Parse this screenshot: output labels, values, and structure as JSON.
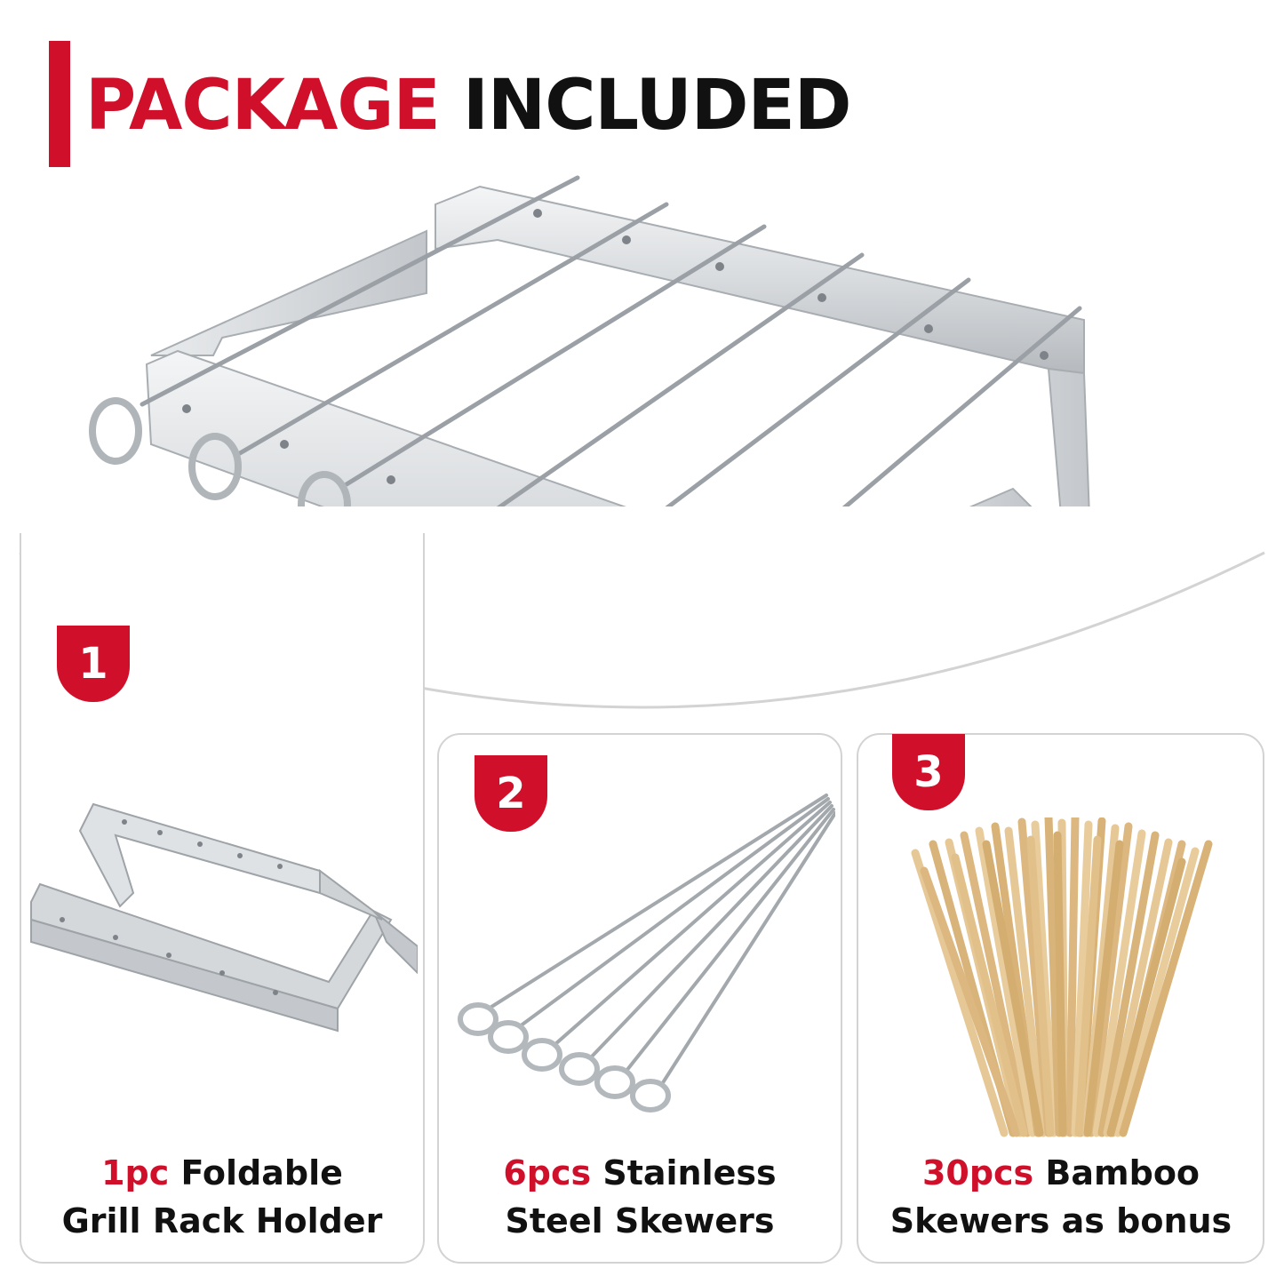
{
  "header": {
    "title_part1": "PACKAGE",
    "title_part2": "INCLUDED"
  },
  "colors": {
    "accent": "#d0102b",
    "text": "#111111",
    "steel": "#c9cdd1",
    "bamboo": "#e2c08a"
  },
  "items": [
    {
      "badge": "1",
      "qty": "1pc",
      "line1_rest": " Foldable",
      "line2": "Grill Rack Holder"
    },
    {
      "badge": "2",
      "qty": "6pcs",
      "line1_rest": " Stainless",
      "line2": "Steel Skewers"
    },
    {
      "badge": "3",
      "qty": "30pcs",
      "line1_rest": " Bamboo",
      "line2": "Skewers as bonus"
    }
  ]
}
